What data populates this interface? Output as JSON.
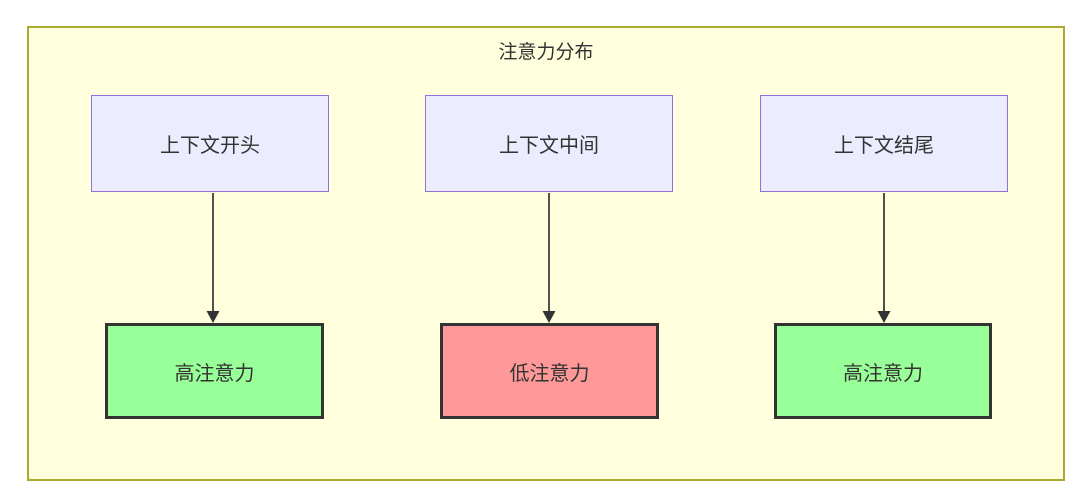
{
  "diagram": {
    "title": "注意力分布",
    "columns": [
      {
        "source": "上下文开头",
        "target": "高注意力",
        "level": "high"
      },
      {
        "source": "上下文中间",
        "target": "低注意力",
        "level": "low"
      },
      {
        "source": "上下文结尾",
        "target": "高注意力",
        "level": "high"
      }
    ],
    "colors": {
      "container_bg": "#ffffde",
      "container_border": "#aaaa33",
      "source_bg": "#ececff",
      "source_border": "#9370db",
      "high_bg": "#99ff99",
      "low_bg": "#ff9999",
      "node_border": "#333333",
      "text": "#333333",
      "arrow": "#333333"
    }
  }
}
